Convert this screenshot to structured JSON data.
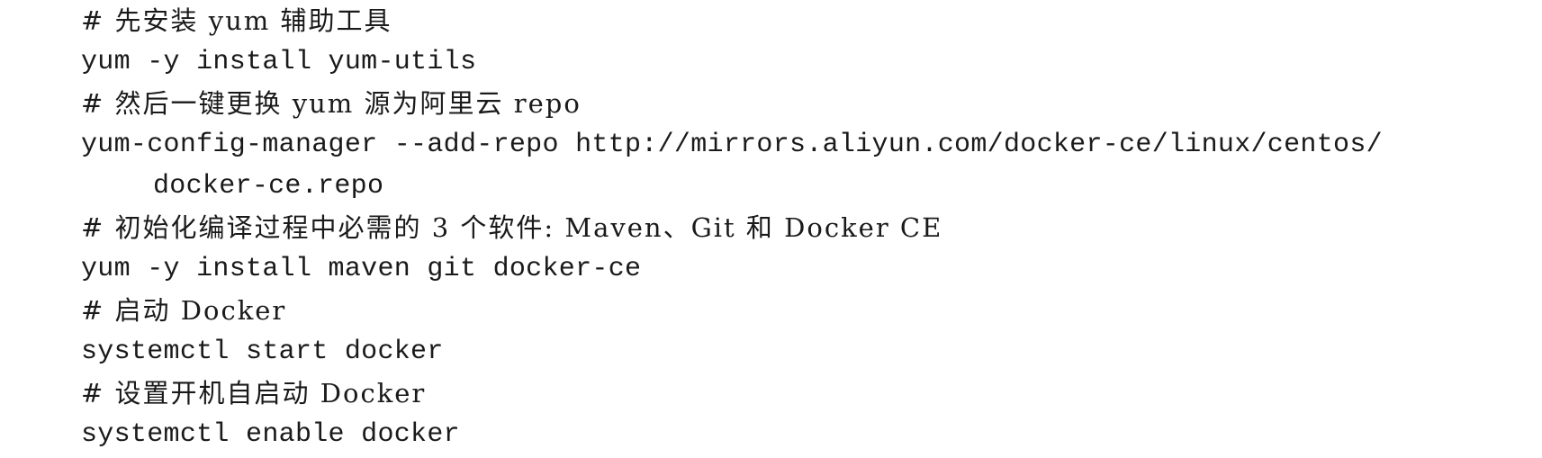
{
  "code": {
    "lines": [
      {
        "kind": "comment",
        "text": "# 先安装 yum 辅助工具"
      },
      {
        "kind": "command",
        "text": "yum -y install yum-utils"
      },
      {
        "kind": "comment",
        "text": "# 然后一键更换 yum 源为阿里云 repo"
      },
      {
        "kind": "command",
        "text": "yum-config-manager --add-repo http://mirrors.aliyun.com/docker-ce/linux/centos/"
      },
      {
        "kind": "continuation",
        "text": "docker-ce.repo"
      },
      {
        "kind": "comment",
        "text": "# 初始化编译过程中必需的 3 个软件: Maven、Git 和 Docker CE"
      },
      {
        "kind": "command",
        "text": "yum -y install maven git docker-ce"
      },
      {
        "kind": "comment",
        "text": "# 启动 Docker"
      },
      {
        "kind": "command",
        "text": "systemctl start docker"
      },
      {
        "kind": "comment",
        "text": "# 设置开机自启动 Docker"
      },
      {
        "kind": "command",
        "text": "systemctl enable docker"
      }
    ]
  }
}
